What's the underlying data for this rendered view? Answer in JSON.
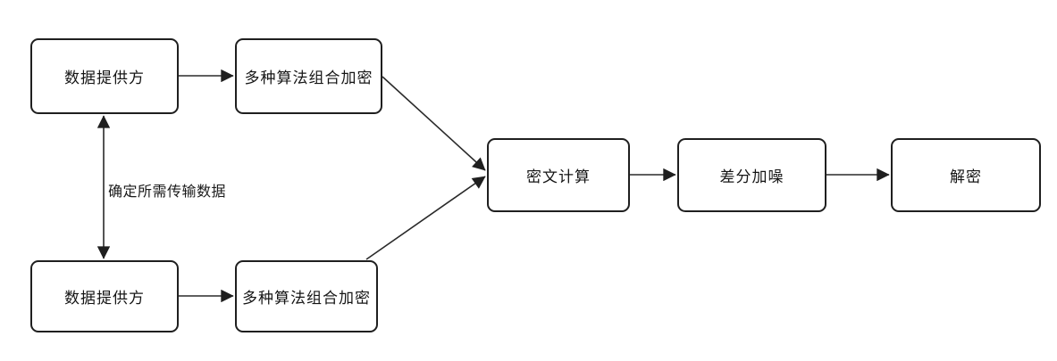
{
  "diagram": {
    "title": "encryption-data-flow",
    "background_color": "#ffffff",
    "line_color": "#2a2a2a",
    "box_border_color": "#1f1f1f",
    "text_color": "#151515",
    "nodes": {
      "provider_top": {
        "label": "数据提供方"
      },
      "encrypt_top": {
        "label": "多种算法组合加密"
      },
      "provider_bottom": {
        "label": "数据提供方"
      },
      "encrypt_bottom": {
        "label": "多种算法组合加密"
      },
      "cipher_compute": {
        "label": "密文计算"
      },
      "diff_noise": {
        "label": "差分加噪"
      },
      "decrypt": {
        "label": "解密"
      }
    },
    "edge_label": "确定所需传输数据",
    "edges": [
      "provider_top -> encrypt_top",
      "provider_bottom -> encrypt_bottom",
      "encrypt_top -> cipher_compute",
      "encrypt_bottom -> cipher_compute",
      "cipher_compute -> diff_noise",
      "diff_noise -> decrypt",
      "provider_top <-> provider_bottom (确定所需传输数据)"
    ]
  }
}
